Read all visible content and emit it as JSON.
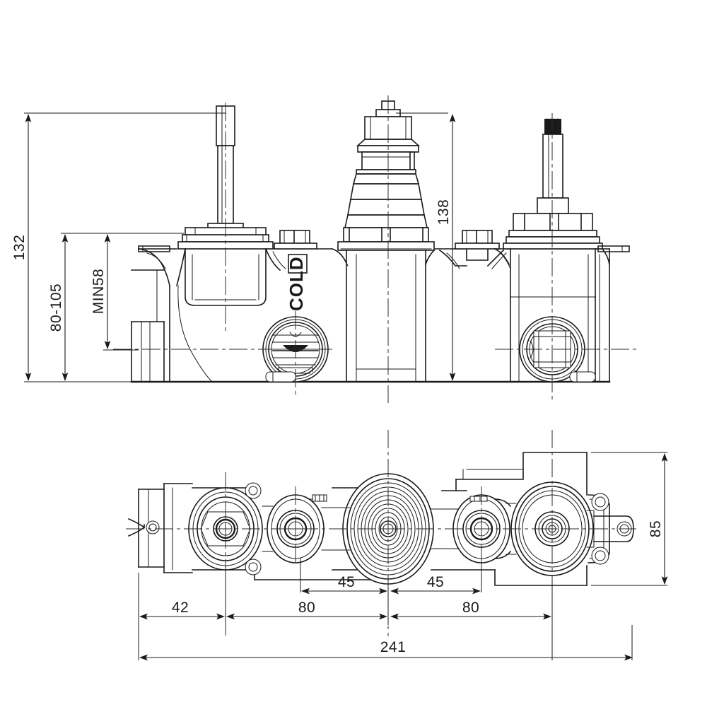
{
  "sheet": {
    "title": "Thermostatic concealed shower valve body - technical drawing",
    "background_color": "#ffffff",
    "line_color": "#1a1a1a",
    "units": "mm",
    "views": [
      {
        "name": "front-elevation",
        "label": ""
      },
      {
        "name": "plan-view",
        "label": ""
      }
    ]
  },
  "marking": {
    "cold_label": "COLD"
  },
  "dimensions": {
    "elevation": [
      {
        "id": "overall-height",
        "value": "132",
        "orientation": "vertical",
        "side": "left"
      },
      {
        "id": "mount-depth-range",
        "value": "80-105",
        "orientation": "vertical",
        "side": "left"
      },
      {
        "id": "min-depth",
        "value": "MIN58",
        "orientation": "vertical",
        "side": "left"
      },
      {
        "id": "cartridge-height",
        "value": "138",
        "orientation": "vertical",
        "side": "right"
      }
    ],
    "plan": [
      {
        "id": "edge-to-first-axis",
        "value": "42",
        "orientation": "horizontal"
      },
      {
        "id": "axis-1-to-axis-2",
        "value": "80",
        "orientation": "horizontal"
      },
      {
        "id": "axis-2-to-axis-3",
        "value": "80",
        "orientation": "horizontal"
      },
      {
        "id": "inner-left-offset",
        "value": "45",
        "orientation": "horizontal"
      },
      {
        "id": "inner-right-offset",
        "value": "45",
        "orientation": "horizontal"
      },
      {
        "id": "overall-length",
        "value": "241",
        "orientation": "horizontal"
      },
      {
        "id": "overall-width",
        "value": "85",
        "orientation": "vertical"
      }
    ]
  }
}
